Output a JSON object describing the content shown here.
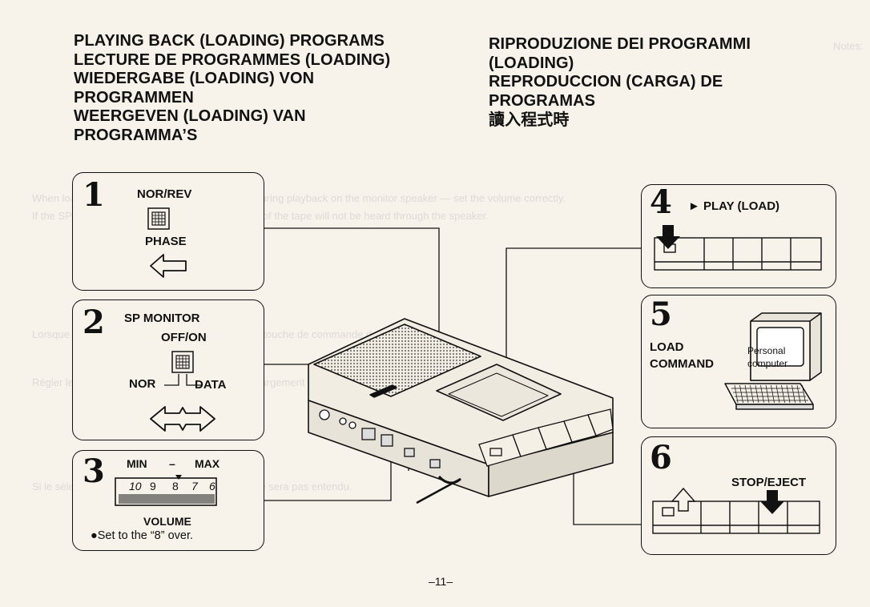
{
  "headings_left": [
    "PLAYING BACK (LOADING) PROGRAMS",
    "LECTURE DE PROGRAMMES (LOADING)",
    "WIEDERGABE (LOADING) VON",
    "PROGRAMMEN",
    "WEERGEVEN (LOADING) VAN",
    "PROGRAMMA’S"
  ],
  "headings_right": [
    "RIPRODUZIONE DEI PROGRAMMI",
    "(LOADING)",
    "REPRODUCCION (CARGA) DE",
    "PROGRAMAS",
    "讀入程式時"
  ],
  "step1": {
    "number": "1",
    "switch_label": "NOR/REV",
    "phase_label": "PHASE"
  },
  "step2": {
    "number": "2",
    "monitor_label": "SP MONITOR",
    "offon_label": "OFF/ON",
    "nor_label": "NOR",
    "data_label": "DATA"
  },
  "step3": {
    "number": "3",
    "min_label": "MIN",
    "dash": "–",
    "max_label": "MAX",
    "dial_numbers": [
      "10",
      "9",
      "8",
      "7",
      "6"
    ],
    "volume_label": "VOLUME",
    "note": "●Set to the “8” over."
  },
  "step4": {
    "number": "4",
    "button_label": "► PLAY (LOAD)"
  },
  "step5": {
    "number": "5",
    "load_label": "LOAD",
    "command_label": "COMMAND",
    "computer_label_1": "Personal",
    "computer_label_2": "computer"
  },
  "step6": {
    "number": "6",
    "button_label": "STOP/EJECT"
  },
  "page_number": "–11–",
  "colors": {
    "paper": "#f7f3ea",
    "ink": "#111111"
  }
}
